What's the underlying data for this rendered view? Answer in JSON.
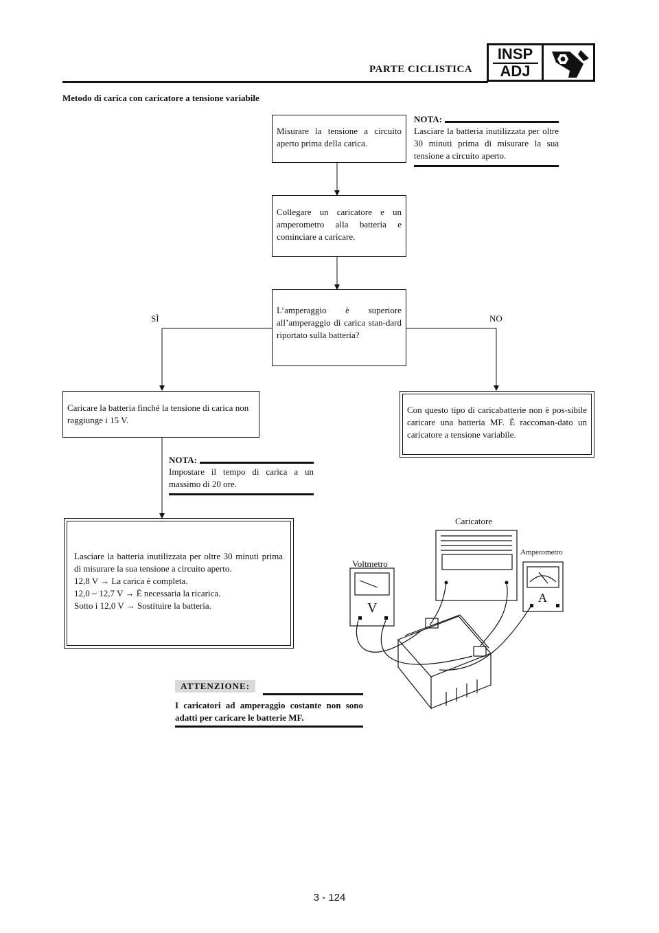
{
  "header": {
    "section_title": "PARTE CICLISTICA",
    "badge_top": "INSP",
    "badge_bottom": "ADJ",
    "badge_icon": "wrench-nut-icon"
  },
  "subtitle": "Metodo di carica con caricatore a tensione variabile",
  "flow": {
    "step1": "Misurare la tensione a circuito aperto prima della carica.",
    "note1_title": "NOTA:",
    "note1_text": "Lasciare la batteria inutilizzata per oltre 30 minuti prima di misurare la sua tensione a circuito aperto.",
    "step2": "Collegare un caricatore e un amperometro alla batteria e cominciare a caricare.",
    "decision": "L’amperaggio è superiore all’amperaggio di carica stan-dard riportato sulla batteria?",
    "yes_label": "SÌ",
    "no_label": "NO",
    "yes_action": "Caricare la batteria finché la tensione di carica non raggiunge i 15 V.",
    "no_action": "Con questo tipo di caricabatterie non è pos-sibile caricare una batteria MF. È raccoman-dato un caricatore a tensione variabile.",
    "note2_title": "NOTA:",
    "note2_text": "Impostare il tempo di carica a un massimo di 20 ore.",
    "final_lines": [
      "Lasciare la batteria inutilizzata per oltre 30 minuti prima di misurare la sua tensione a circuito aperto.",
      "12,8 V → La carica è completa.",
      "12,0 ~ 12,7 V → È necessaria la ricarica.",
      "Sotto i 12,0 V → Sostituire la batteria."
    ]
  },
  "illustration": {
    "charger_label": "Caricatore",
    "ammeter_label": "Amperometro",
    "voltmeter_label": "Voltmetro",
    "voltmeter_symbol": "V",
    "ammeter_symbol": "A"
  },
  "caution": {
    "title": "ATTENZIONE:",
    "text": "I caricatori ad amperaggio costante non sono adatti per caricare le batterie MF."
  },
  "page_number": "3 - 124"
}
